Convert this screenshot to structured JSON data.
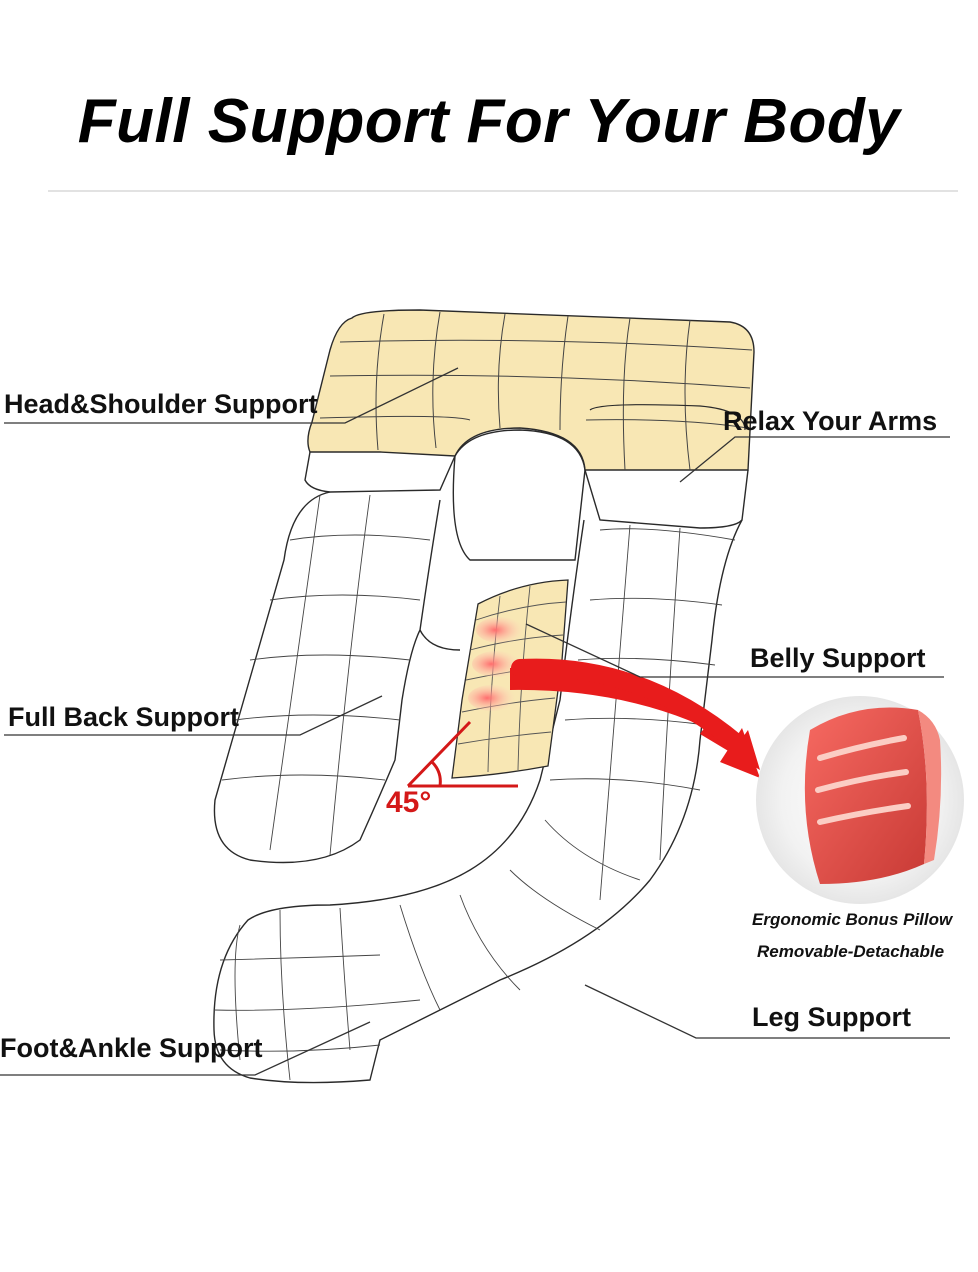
{
  "title": "Full Support For Your Body",
  "labels": {
    "head_shoulder": "Head&Shoulder Support",
    "relax_arms": "Relax Your Arms",
    "belly": "Belly Support",
    "full_back": "Full Back Support",
    "leg": "Leg Support",
    "foot_ankle": "Foot&Ankle Support"
  },
  "angle": "45°",
  "bonus": {
    "line1": "Ergonomic Bonus Pillow",
    "line2": "Removable-Detachable"
  },
  "colors": {
    "highlight": "#f8e7b4",
    "accent_red": "#e81c1c",
    "pillow_red": "#ef5a52",
    "outline": "#2a2a2a"
  }
}
